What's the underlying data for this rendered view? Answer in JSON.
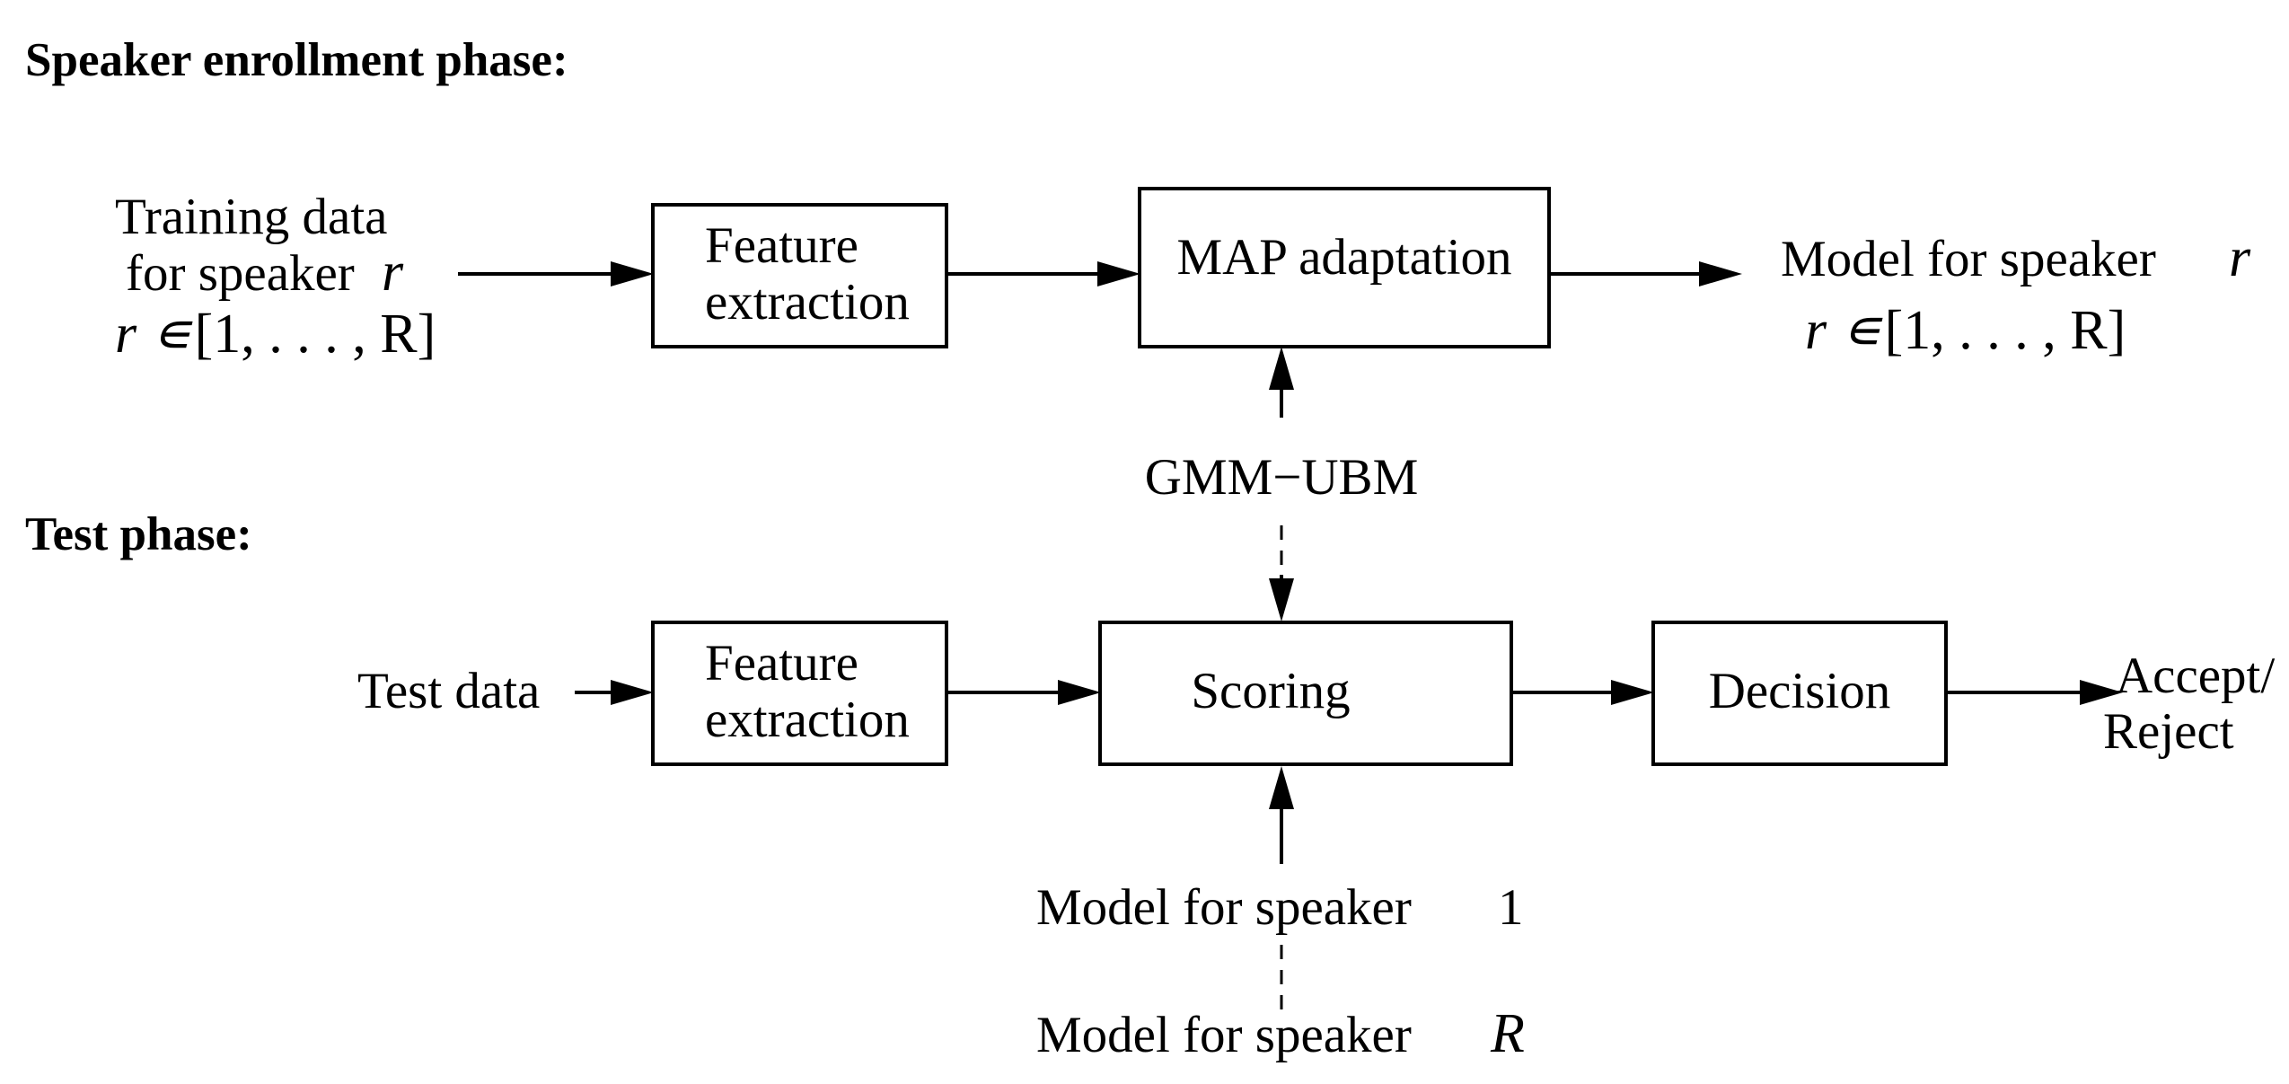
{
  "enrollment": {
    "title": "Speaker enrollment phase:",
    "input_line1": "Training data",
    "input_line2": "for speaker",
    "input_var": "r",
    "input_set_var": "r",
    "input_set_sym": "∊",
    "input_set_range": "[1, . . . , R]",
    "feature_line1": "Feature",
    "feature_line2": "extraction",
    "map_label": "MAP adaptation",
    "output_line1": "Model for speaker",
    "output_var": "r",
    "output_set_var": "r",
    "output_set_sym": "∊",
    "output_set_range": "[1, . . . , R]"
  },
  "shared": {
    "ubm_label": "GMM−UBM"
  },
  "test": {
    "title": "Test phase:",
    "input_label": "Test data",
    "feature_line1": "Feature",
    "feature_line2": "extraction",
    "scoring_label": "Scoring",
    "decision_label": "Decision",
    "output_line1": "Accept/",
    "output_line2": "Reject",
    "model_first_label": "Model for speaker",
    "model_first_index": "1",
    "model_last_label": "Model for speaker",
    "model_last_index": "R"
  }
}
